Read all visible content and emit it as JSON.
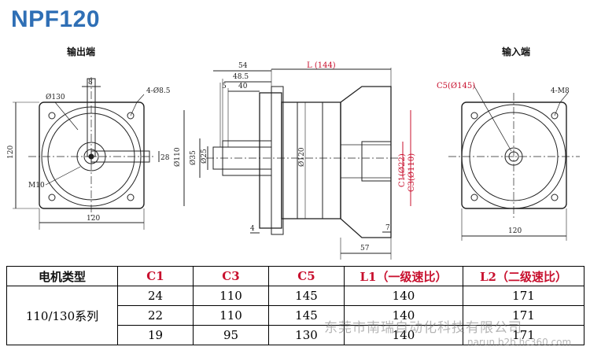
{
  "title": "NPF120",
  "views": {
    "output_label": "输出端",
    "input_label": "输入端"
  },
  "dims": {
    "d8": "8",
    "d130": "Ø130",
    "holes_out": "4-Ø8.5",
    "d120_v": "120",
    "d120_h": "120",
    "d28": "28",
    "m10": "M10",
    "d54": "54",
    "d48": "48.5",
    "d5": "5",
    "d40": "40",
    "d110": "Ø110",
    "d35": "Ø35",
    "d25": "Ø25",
    "d120c": "Ø120",
    "d4": "4",
    "L": "L (144)",
    "c1": "C1(Ø22)",
    "c3": "C3(Ø110)",
    "d7": "7",
    "d57": "57",
    "c5": "C5(Ø145)",
    "holes_in": "4-M8",
    "d120_in": "120"
  },
  "table": {
    "headers": [
      "电机类型",
      "C1",
      "C3",
      "C5",
      "L1（一级速比）",
      "L2（二级速比）"
    ],
    "motor_type": "110/130系列",
    "rows": [
      [
        "24",
        "110",
        "145",
        "140",
        "171"
      ],
      [
        "22",
        "110",
        "145",
        "140",
        "171"
      ],
      [
        "19",
        "95",
        "130",
        "140",
        "171"
      ]
    ]
  },
  "watermark": {
    "company": "东莞市南瑞自动化科技有限公司",
    "url": "narun.b2b.hc360.com"
  },
  "colors": {
    "title": "#2f6fb5",
    "red_text": "#c8102e"
  }
}
